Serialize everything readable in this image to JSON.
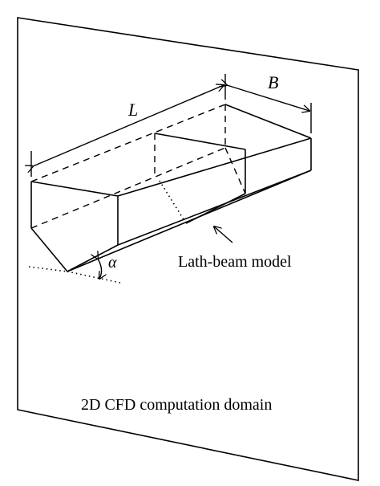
{
  "labels": {
    "length": "L",
    "beam": "B",
    "angle": "α",
    "model": "Lath-beam model",
    "domain": "2D CFD computation domain"
  },
  "colors": {
    "stroke": "#000000",
    "background": "#ffffff"
  }
}
